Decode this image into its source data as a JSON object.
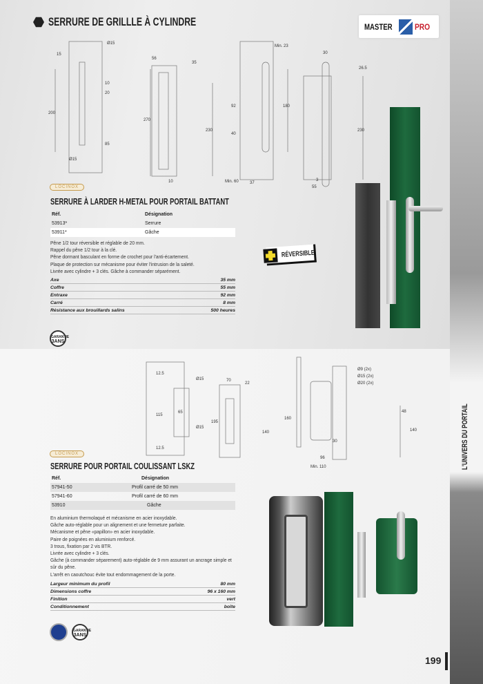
{
  "header": {
    "title": "SERRURE DE GRILLLE À CYLINDRE",
    "logo": {
      "left": "MASTER",
      "right": "PRO"
    }
  },
  "brand": "LOCINOX",
  "section1": {
    "title": "SERRURE À LARDER H-METAL POUR PORTAIL BATTANT",
    "columns": [
      "Réf.",
      "Désignation"
    ],
    "rows": [
      {
        "ref": "53913*",
        "designation": "Serrure"
      },
      {
        "ref": "53911*",
        "designation": "Gâche"
      }
    ],
    "description": [
      "Pêne 1/2 tour réversible et réglable de 20 mm.",
      "Rappel du pêne 1/2 tour à la clé.",
      "Pêne dormant basculant en forme de crochet pour l'anti-écartement.",
      "Plaque de protection sur mécanisme pour éviter l'intrusion de la saleté.",
      "Livrée avec cylindre + 3 clés. Gâche à commander séparément."
    ],
    "specs": [
      {
        "label": "Axe",
        "value": "35 mm"
      },
      {
        "label": "Coffre",
        "value": "55 mm"
      },
      {
        "label": "Entraxe",
        "value": "92 mm"
      },
      {
        "label": "Carré",
        "value": "8 mm"
      },
      {
        "label": "Résistance aux brouillards salins",
        "value": "500 heures"
      }
    ],
    "badge": {
      "top": "GARANTIE",
      "main": "3ANS"
    },
    "reversible": "RÉVERSIBLE",
    "dims": [
      "Ø15",
      "15",
      "200",
      "10",
      "20",
      "85",
      "Ø15",
      "56",
      "35",
      "270",
      "230",
      "10",
      "Min. 23",
      "92",
      "40",
      "180",
      "Min. 60",
      "37",
      "30",
      "26.5",
      "230",
      "3",
      "55"
    ]
  },
  "section2": {
    "title": "SERRURE POUR PORTAIL COULISSANT LSKZ",
    "columns": [
      "Réf.",
      "Désignation"
    ],
    "rows": [
      {
        "ref": "57941-50",
        "designation": "Profil carré de 50 mm"
      },
      {
        "ref": "57941-60",
        "designation": "Profil carré de 60 mm"
      },
      {
        "ref": "53910",
        "designation": "Gâche"
      }
    ],
    "description": [
      "En aluminium thermolaqué et mécanisme en acier inoxydable.",
      "Gâche auto-réglable pour un alignement et une fermeture parfaite.",
      "Mécanisme et pêne «papillon» en acier inoxydable.",
      "Paire de poignées en aluminium renforcé.",
      "3 trous, fixation par 2 vis BTR.",
      "Livrée avec cylindre + 3 clés.",
      "Gâche (à commander séparement) auto-réglable de 9 mm assurant un ancrage simple et",
      "sûr du pêne.",
      "L'arrêt en caoutchouc évite tout endommagement de la porte."
    ],
    "specs": [
      {
        "label": "Largeur minimum du profil",
        "value": "80 mm"
      },
      {
        "label": "Dimensions coffre",
        "value": "96 x 160 mm"
      },
      {
        "label": "Finition",
        "value": "vert"
      },
      {
        "label": "Conditionnement",
        "value": "boîte"
      }
    ],
    "badge": {
      "top": "GARANTIE",
      "main": "3ANS"
    },
    "dims": [
      "12.5",
      "Ø15",
      "115",
      "65",
      "Ø15",
      "12.5",
      "70",
      "22",
      "195",
      "140",
      "Ø9 (2x)",
      "Ø15 (2x)",
      "Ø20 (2x)",
      "160",
      "48",
      "140",
      "30",
      "96",
      "Min. 110"
    ]
  },
  "side_label": "L'UNIVERS DU PORTAIL",
  "page_number": "199",
  "colors": {
    "green": "#1e6b3e",
    "yellow": "#f2d92a",
    "brand_gold": "#c59a4c"
  }
}
